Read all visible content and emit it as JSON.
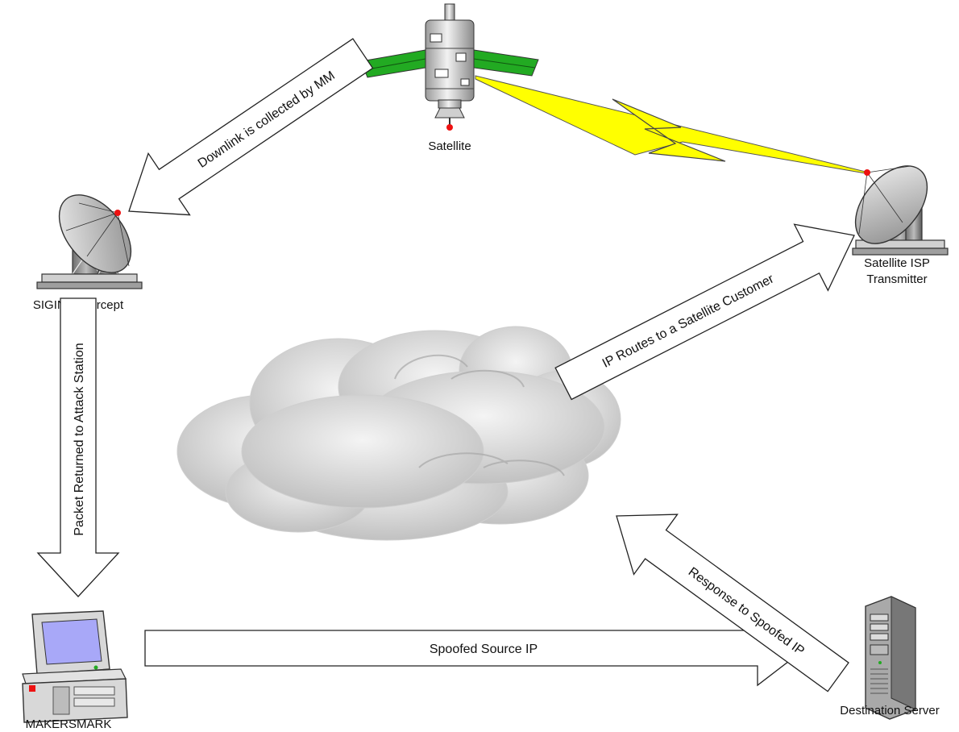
{
  "nodes": {
    "satellite": {
      "label": "Satellite"
    },
    "sigint": {
      "label": "SIGINT Intercept"
    },
    "isp": {
      "label_line1": "Satellite ISP",
      "label_line2": "Transmitter"
    },
    "makersmark": {
      "label": "MAKERSMARK"
    },
    "server": {
      "label": "Destination Server"
    }
  },
  "arrows": {
    "downlink": "Downlink is collected by MM",
    "ip_routes": "IP Routes to a Satellite Customer",
    "packet_returned": "Packet Returned to Attack Station",
    "response": "Response to Spoofed IP",
    "spoofed_source": "Spoofed Source IP"
  },
  "colors": {
    "solar_panel": "#22aa22",
    "beam": "#ffff00",
    "antenna_dot": "#ee1111",
    "monitor_screen": "#a8a8f8",
    "cloud": "#d6d6d6"
  }
}
